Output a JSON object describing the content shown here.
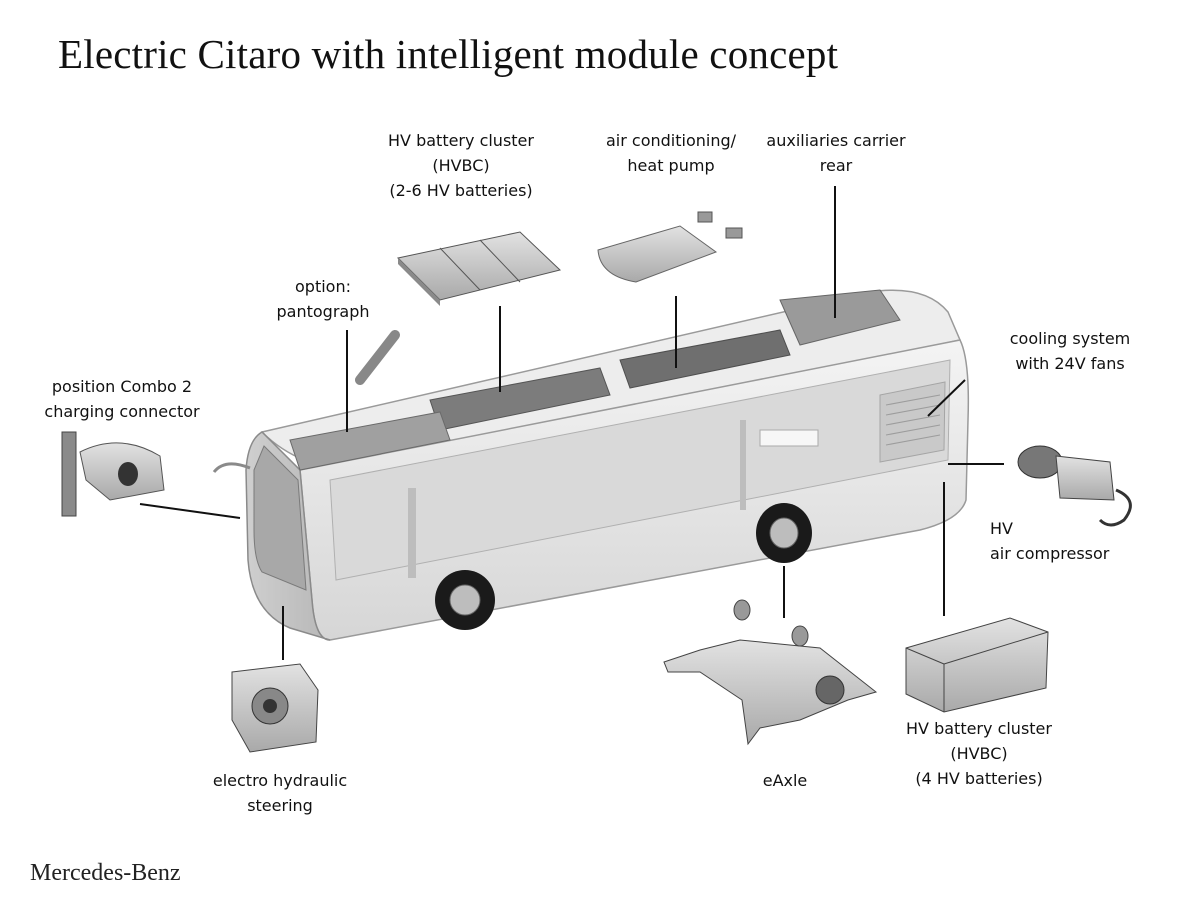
{
  "title": "Electric Citaro with intelligent module concept",
  "brand": "Mercedes-Benz",
  "labels": {
    "hvbc_top": [
      "HV battery cluster",
      "(HVBC)",
      "(2-6 HV batteries)"
    ],
    "aircon": [
      "air conditioning/",
      "heat pump"
    ],
    "aux": [
      "auxiliaries carrier",
      "rear"
    ],
    "pantograph": [
      "option:",
      "pantograph"
    ],
    "combo": [
      "position Combo 2",
      "charging connector"
    ],
    "cooling": [
      "cooling system",
      "with 24V fans"
    ],
    "compressor": [
      "HV",
      "air compressor"
    ],
    "steering": [
      "electro hydraulic",
      "steering"
    ],
    "eaxle": [
      "eAxle"
    ],
    "hvbc_rear": [
      "HV battery cluster",
      "(HVBC)",
      "(4 HV batteries)"
    ]
  },
  "colors": {
    "body": "#e9e9e9",
    "body_dark": "#bdbdbd",
    "line": "#111111",
    "component": "#d4d4d4"
  }
}
